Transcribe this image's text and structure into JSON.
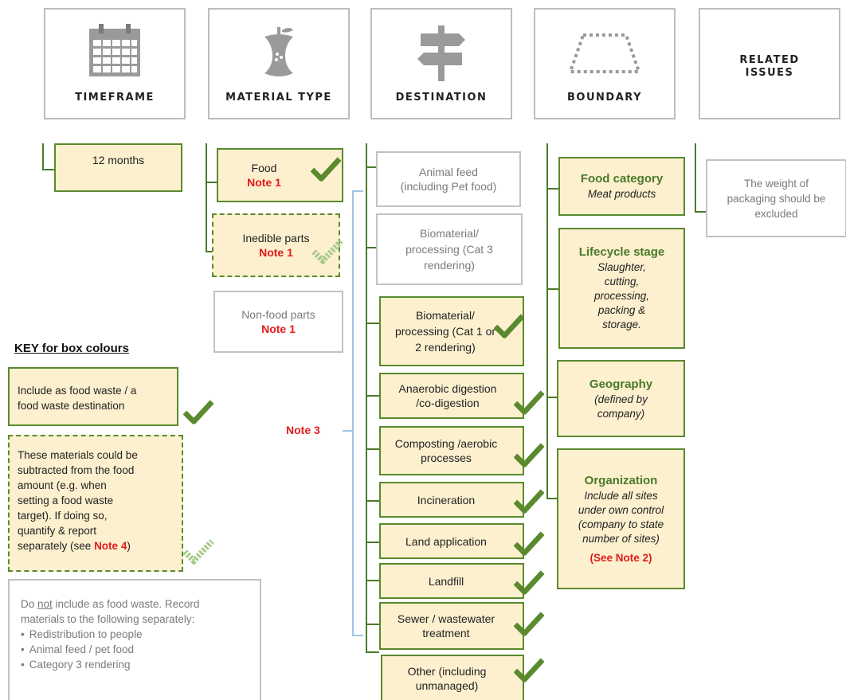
{
  "headers": {
    "timeframe": "TIMEFRAME",
    "material_type": "MATERIAL TYPE",
    "destination": "DESTINATION",
    "boundary": "BOUNDARY",
    "related_line1": "RELATED",
    "related_line2": "ISSUES"
  },
  "timeframe": {
    "value": "12 months"
  },
  "material": {
    "food": "Food",
    "food_note": "Note 1",
    "inedible": "Inedible parts",
    "inedible_note": "Note 1",
    "nonfood": "Non-food parts",
    "nonfood_note": "Note 1"
  },
  "destinations": {
    "animal_feed_1": "Animal feed",
    "animal_feed_2": "(including Pet food)",
    "bio3_1": "Biomaterial/",
    "bio3_2": "processing (Cat 3",
    "bio3_3": "rendering)",
    "bio12_1": "Biomaterial/",
    "bio12_2": "processing (Cat 1 or",
    "bio12_3": "2 rendering)",
    "ad_1": "Anaerobic digestion",
    "ad_2": "/co-digestion",
    "comp_1": "Composting /aerobic",
    "comp_2": "processes",
    "incineration": "Incineration",
    "land_app": "Land application",
    "landfill": "Landfill",
    "sewer_1": "Sewer / wastewater",
    "sewer_2": "treatment",
    "other_1": "Other (including",
    "other_2": "unmanaged)",
    "note3": "Note 3"
  },
  "boundary": {
    "food_cat_title": "Food category",
    "food_cat_sub": "Meat products",
    "lifecycle_title": "Lifecycle stage",
    "lifecycle_1": "Slaughter,",
    "lifecycle_2": "cutting,",
    "lifecycle_3": "processing,",
    "lifecycle_4": "packing &",
    "lifecycle_5": "storage.",
    "geo_title": "Geography",
    "geo_1": "(defined by",
    "geo_2": "company)",
    "org_title": "Organization",
    "org_1": "Include all sites",
    "org_2": "under own control",
    "org_3": "(company to state",
    "org_4": "number of sites)",
    "org_note": "(See Note 2)"
  },
  "related": {
    "line1": "The weight of",
    "line2": "packaging should be",
    "line3": "excluded"
  },
  "key": {
    "title": "KEY for box colours",
    "include_1": "Include as food waste / a",
    "include_2": "food waste destination",
    "dashed_1": "These materials could be",
    "dashed_2": "subtracted from the food",
    "dashed_3": "amount (e.g.  when",
    "dashed_4": "setting a food waste",
    "dashed_5": "target). If doing so,",
    "dashed_6": "quantify & report",
    "dashed_7": "separately (see ",
    "dashed_note": "Note 4",
    "dashed_8": ")",
    "exclude_pre": "Do ",
    "exclude_not": "not",
    "exclude_post": " include as food waste.  Record",
    "exclude_2": "materials to the following separately:",
    "exclude_items": [
      "Redistribution to people",
      "Animal feed / pet food",
      "Category 3 rendering"
    ]
  },
  "colors": {
    "green": "#5a8a2e",
    "fill": "#fdf0cf",
    "note_red": "#e31b1b",
    "grey": "#c2c2c2"
  },
  "icons": [
    "calendar-icon",
    "apple-core-icon",
    "signpost-icon",
    "dotted-trapezoid-icon",
    "check-icon"
  ]
}
